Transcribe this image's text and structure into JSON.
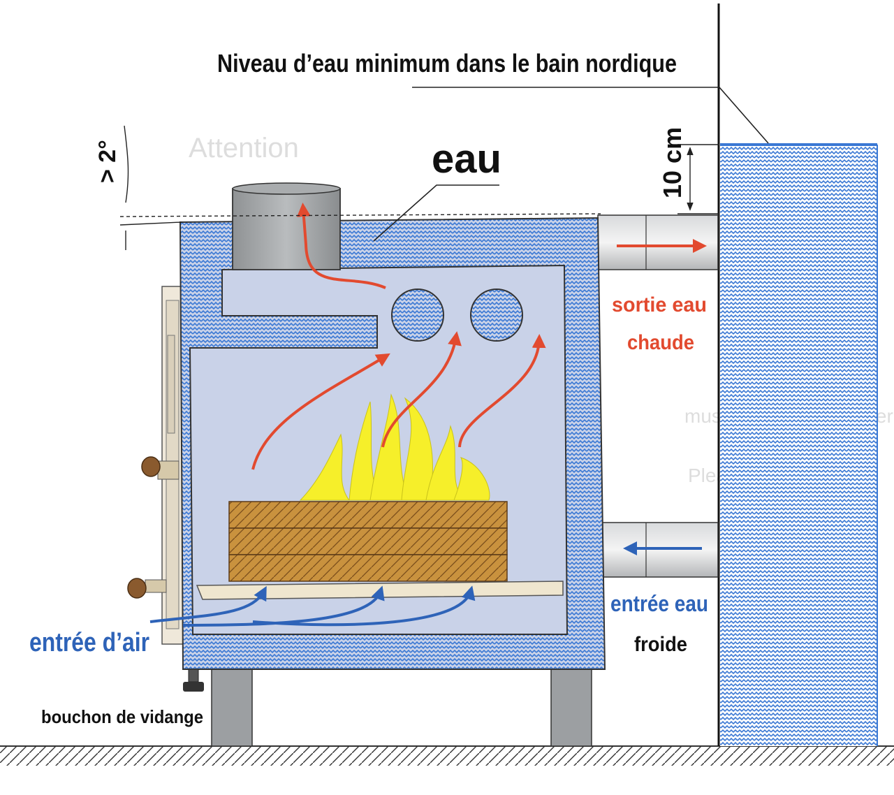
{
  "labels": {
    "min_level": "Niveau d’eau minimum dans le bain nordique",
    "water": "eau",
    "angle": "> 2°",
    "distance": "10 cm",
    "hot_out_1": "sortie eau",
    "hot_out_2": "chaude",
    "cold_in_1": "entrée eau",
    "cold_in_2": "froide",
    "air_in": "entrée d’air",
    "drain": "bouchon de vidange"
  },
  "colors": {
    "water_blue": "#3a78d4",
    "stove_body": "#c9d2e8",
    "hot_arrow": "#e24a2f",
    "cold_arrow": "#2e63b8",
    "flame": "#f6ef2a",
    "wood": "#c9923e",
    "metal": "#9c9fa2"
  },
  "background_text": [
    "Attention",
    "must be filled with water all the tim",
    "Please do not use"
  ]
}
